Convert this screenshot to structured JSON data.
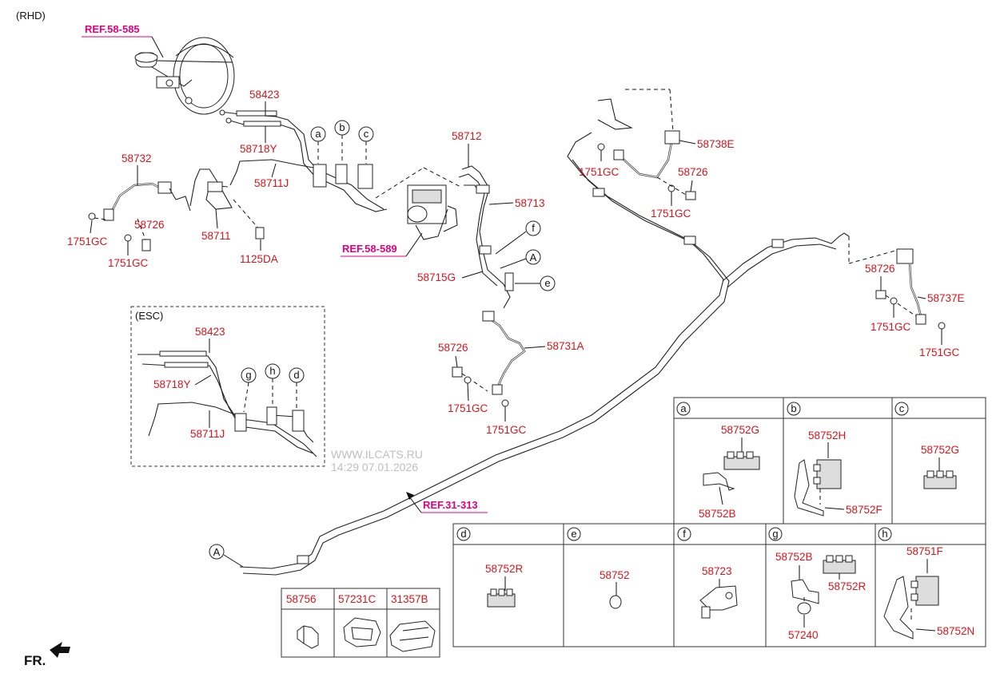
{
  "header": {
    "variant": "(RHD)",
    "esc_label": "(ESC)",
    "front_label": "FR."
  },
  "refs": {
    "ref1": "REF.58-585",
    "ref2": "REF.58-589",
    "ref3": "REF.31-313"
  },
  "callouts": {
    "a": "a",
    "b": "b",
    "c": "c",
    "d": "d",
    "e": "e",
    "f": "f",
    "g": "g",
    "h": "h",
    "A": "A"
  },
  "labels": {
    "p58423": "58423",
    "p58718Y": "58718Y",
    "p58711J": "58711J",
    "p58732": "58732",
    "p58726": "58726",
    "p1751GC": "1751GC",
    "p58711": "58711",
    "p1125DA": "1125DA",
    "p58712": "58712",
    "p58713": "58713",
    "p58715G": "58715G",
    "p58731A": "58731A",
    "p58738E": "58738E",
    "p58737E": "58737E"
  },
  "detail_table_top": [
    {
      "key": "a",
      "parts": [
        "58752G",
        "58752B"
      ]
    },
    {
      "key": "b",
      "parts": [
        "58752H",
        "58752F"
      ]
    },
    {
      "key": "c",
      "parts": [
        "58752G"
      ]
    }
  ],
  "detail_table_bottom": [
    {
      "key": "d",
      "parts": [
        "58752R"
      ]
    },
    {
      "key": "e",
      "parts": [
        "58752"
      ]
    },
    {
      "key": "f",
      "parts": [
        "58723"
      ]
    },
    {
      "key": "g",
      "parts": [
        "58752B",
        "58752R",
        "57240"
      ]
    },
    {
      "key": "h",
      "parts": [
        "58751F",
        "58752N"
      ]
    }
  ],
  "small_parts_table": {
    "headers": [
      "58756",
      "57231C",
      "31357B"
    ]
  },
  "watermark": {
    "line1": "WWW.ILCATS.RU",
    "line2": "14:29 07.01.2026"
  }
}
